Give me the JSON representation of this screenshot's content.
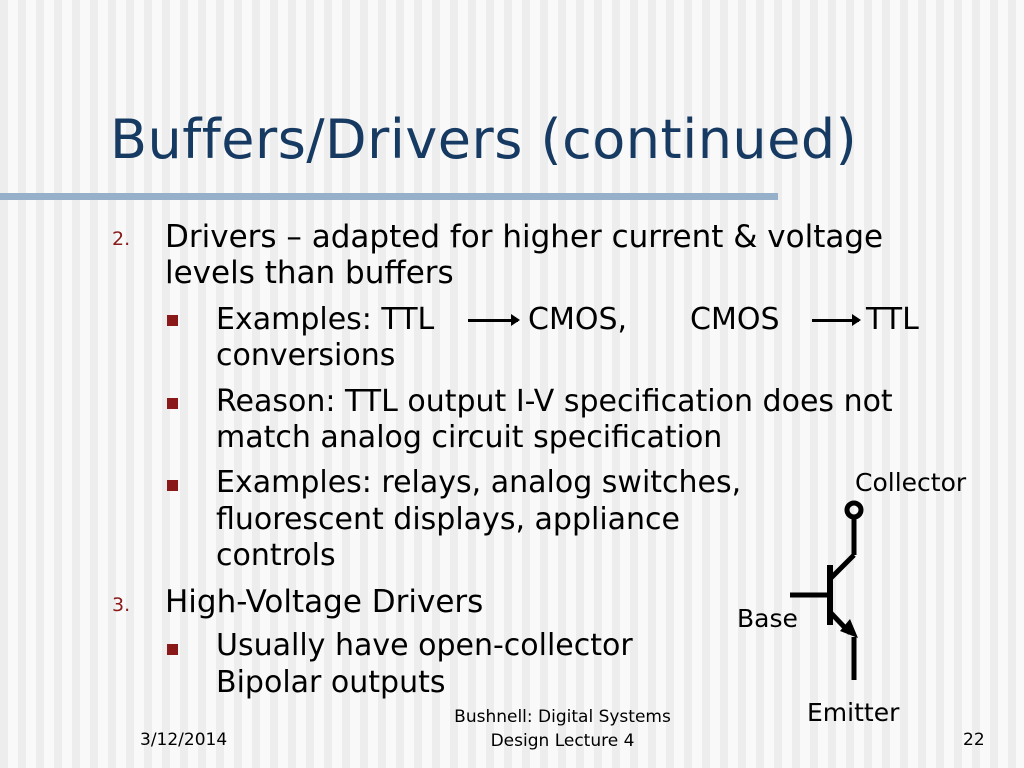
{
  "slide": {
    "title": "Buffers/Drivers (continued)",
    "items": [
      {
        "number": "2.",
        "lines": [
          "Drivers – adapted for higher current & voltage",
          "levels than buffers"
        ],
        "bullets": [
          {
            "lines": [
              "Examples: TTL",
              "CMOS,",
              "CMOS",
              "TTL",
              "conversions"
            ]
          },
          {
            "lines": [
              "Reason: TTL output I-V specification does not",
              "match analog circuit specification"
            ]
          },
          {
            "lines": [
              "Examples: relays, analog switches,",
              "fluorescent displays, appliance",
              "controls"
            ]
          }
        ]
      },
      {
        "number": "3.",
        "lines": [
          "High-Voltage Drivers"
        ],
        "bullets": [
          {
            "lines": [
              "Usually have open-collector",
              "Bipolar outputs"
            ]
          }
        ]
      }
    ],
    "transistor": {
      "collector_label": "Collector",
      "base_label": "Base",
      "emitter_label": "Emitter"
    },
    "footer": {
      "date": "3/12/2014",
      "center_lines": [
        "Bushnell: Digital Systems",
        "Design Lecture 4"
      ],
      "page_number": "22"
    },
    "colors": {
      "title": "#173a62",
      "rule": "#97b0c9",
      "accent": "#8a1a1a"
    },
    "icons": {
      "bullet": "square-bullet-icon",
      "conversion_arrow": "right-arrow-icon",
      "transistor": "npn-transistor-icon"
    }
  }
}
